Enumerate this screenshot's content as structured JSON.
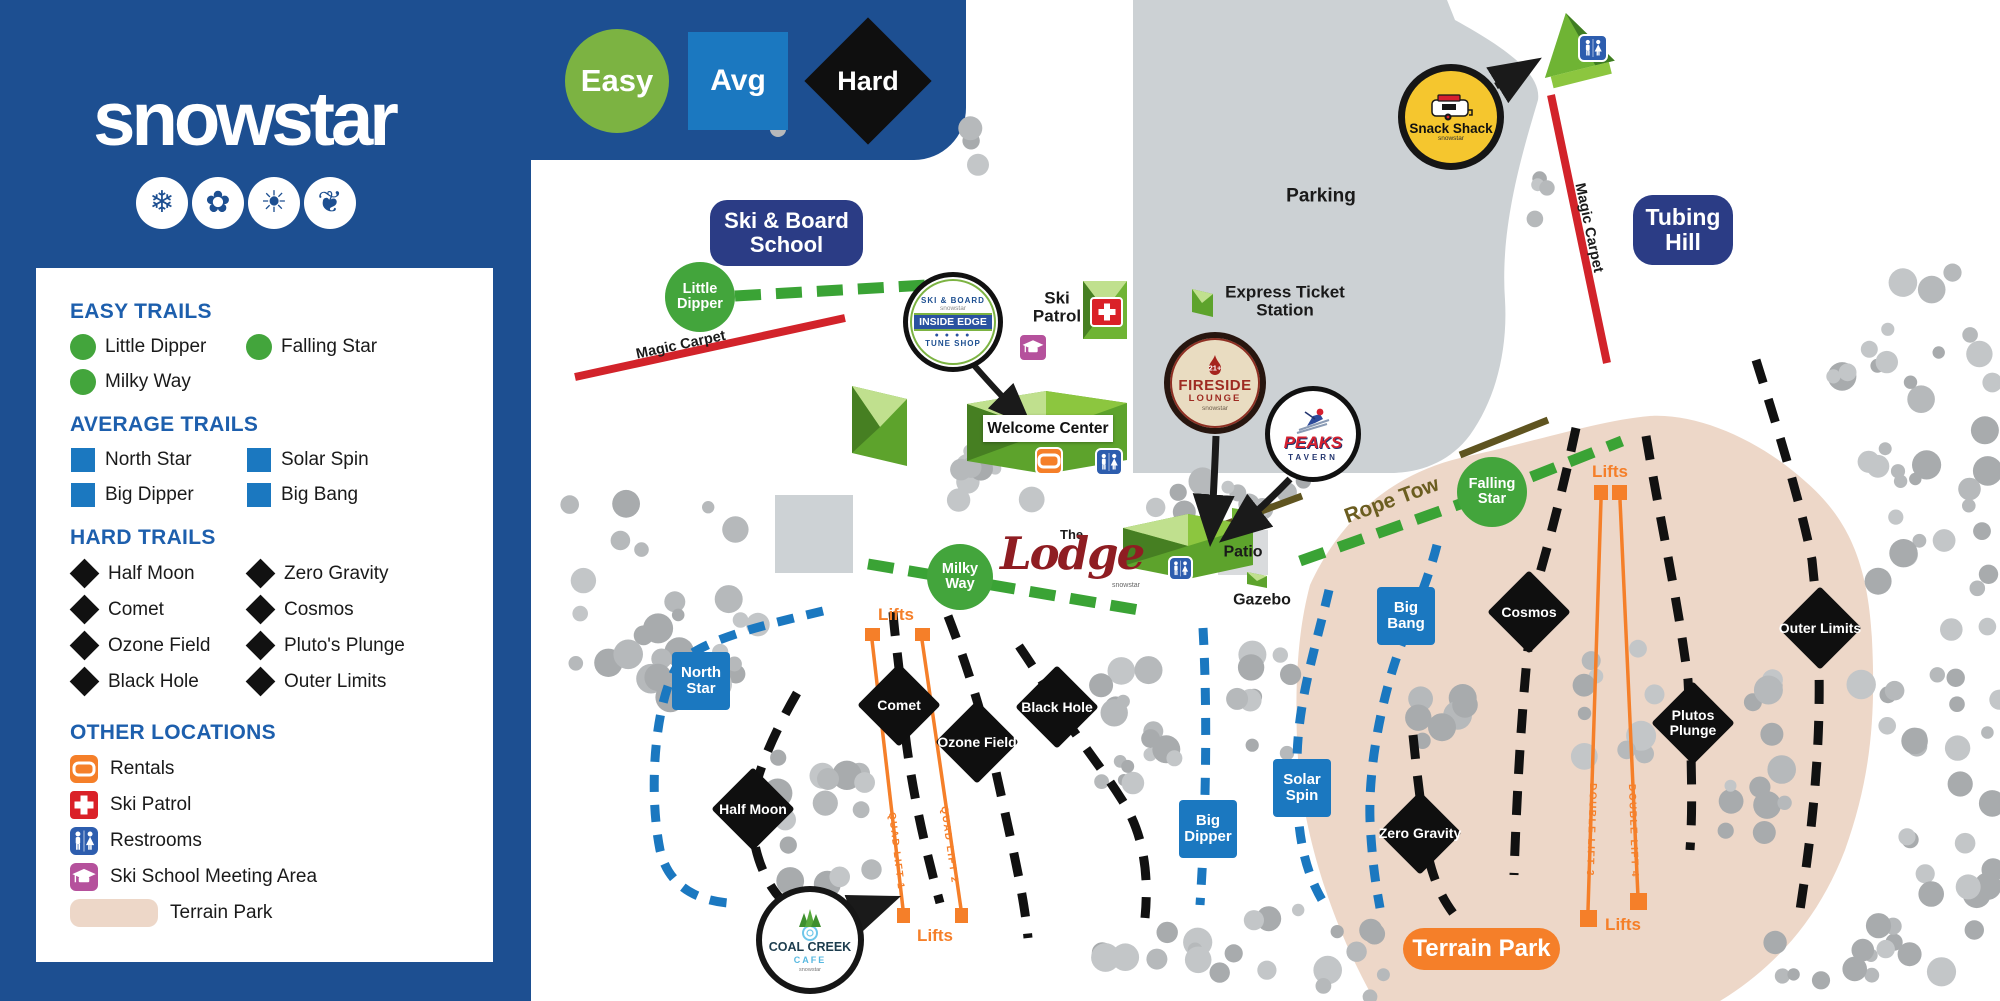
{
  "brand": {
    "name": "snowstar"
  },
  "difficulty_key": {
    "easy": "Easy",
    "avg": "Avg",
    "hard": "Hard"
  },
  "legend": {
    "easy_title": "EASY TRAILS",
    "easy_items": [
      "Little Dipper",
      "Falling Star",
      "Milky Way"
    ],
    "average_title": "AVERAGE TRAILS",
    "average_items": [
      "North Star",
      "Solar Spin",
      "Big Dipper",
      "Big Bang"
    ],
    "hard_title": "HARD TRAILS",
    "hard_items": [
      "Half Moon",
      "Zero Gravity",
      "Comet",
      "Cosmos",
      "Ozone Field",
      "Pluto's Plunge",
      "Black Hole",
      "Outer Limits"
    ],
    "other_title": "OTHER LOCATIONS",
    "other_items": [
      "Rentals",
      "Ski Patrol",
      "Restrooms",
      "Ski School Meeting Area",
      "Terrain Park"
    ]
  },
  "map": {
    "areas": {
      "parking": "Parking",
      "terrain_park": "Terrain Park"
    },
    "places": {
      "ski_school": "Ski & Board School",
      "tubing_hill": "Tubing Hill",
      "welcome_center": "Welcome Center",
      "express_ticket": "Express Ticket Station",
      "ski_patrol": "Ski Patrol",
      "patio": "Patio",
      "gazebo": "Gazebo",
      "rope_tow": "Rope Tow",
      "magic_carpet_left": "Magic Carpet",
      "magic_carpet_right": "Magic Carpet"
    },
    "markers": {
      "little_dipper": "Little Dipper",
      "milky_way": "Milky Way",
      "falling_star": "Falling Star",
      "north_star": "North Star",
      "big_dipper": "Big Dipper",
      "solar_spin": "Solar Spin",
      "big_bang": "Big Bang",
      "half_moon": "Half Moon",
      "comet": "Comet",
      "ozone_field": "Ozone Field",
      "black_hole": "Black Hole",
      "zero_gravity": "Zero Gravity",
      "cosmos": "Cosmos",
      "plutos_plunge": "Plutos Plunge",
      "outer_limits": "Outer Limits"
    },
    "lifts": {
      "label_top_left": "Lifts",
      "label_bottom_left": "Lifts",
      "label_top_right": "Lifts",
      "label_bottom_right": "Lifts",
      "quad1": "QUAD LIFT 1",
      "quad2": "QUAD LIFT 2",
      "double3": "DOUBLE LIFT 3",
      "double4": "DOUBLE LIFT 4"
    },
    "badges": {
      "inside_edge": {
        "arc_top": "SKI & BOARD",
        "brand": "snowstar",
        "name": "INSIDE EDGE",
        "dots": "● ● ● ●",
        "arc_bottom": "TUNE SHOP"
      },
      "fireside": {
        "age": "21+",
        "name": "FIRESIDE",
        "sub": "LOUNGE",
        "brand": "snowstar"
      },
      "peaks": {
        "name": "PEAKS",
        "sub": "TAVERN"
      },
      "snack_shack": {
        "name": "Snack Shack",
        "brand": "snowstar"
      },
      "coal_creek": {
        "name": "COAL CREEK",
        "sub": "CAFE",
        "brand": "snowstar"
      },
      "lodge": {
        "pre": "The",
        "name": "Lodge",
        "brand": "snowstar"
      }
    }
  },
  "colors": {
    "panel_blue": "#1d4f91",
    "navy": "#2b3c85",
    "easy_green": "#43a53c",
    "easy_badge_green": "#7cb342",
    "average_blue": "#1b78c0",
    "hard_black": "#111111",
    "orange": "#f57f29",
    "red": "#d8232a",
    "purple": "#b5519c",
    "restroom_blue": "#2d5dae",
    "terrain_tan": "#edd7c8",
    "parking_gray": "#ccd1d4",
    "rope_brown": "#5f5420"
  }
}
